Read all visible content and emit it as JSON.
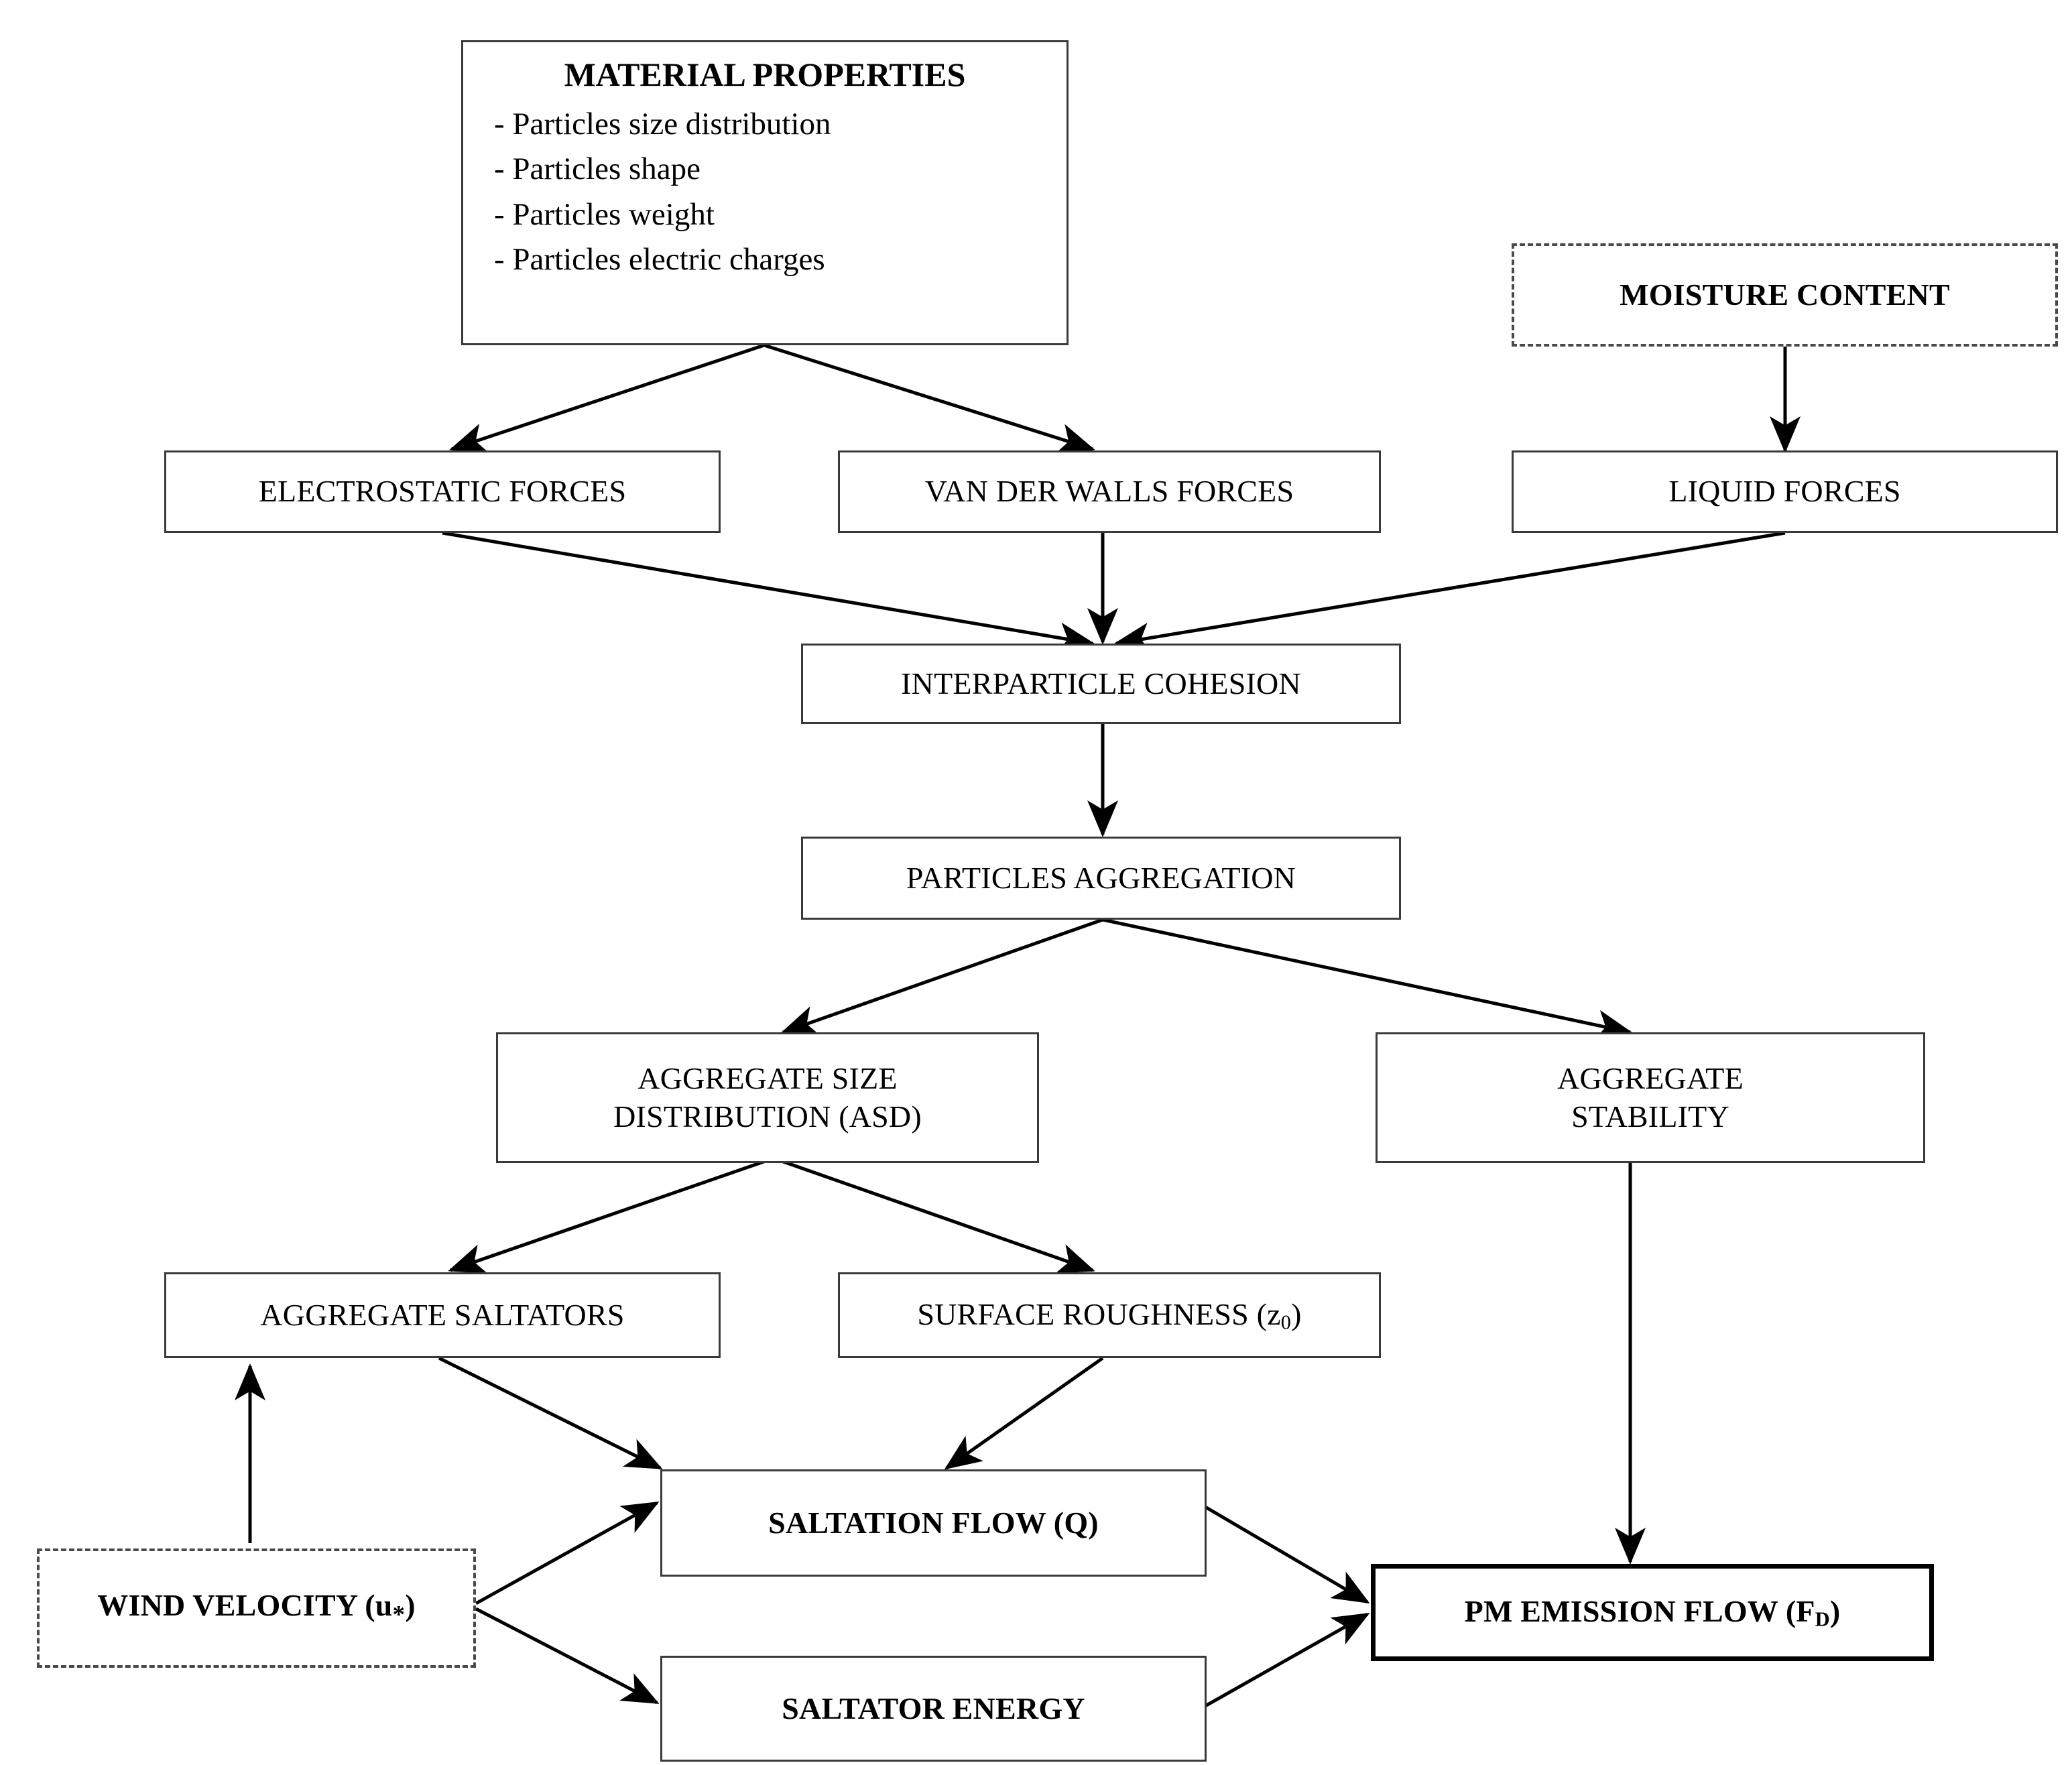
{
  "diagram": {
    "title": "Particulate matter emission conceptual flowchart",
    "colors": {
      "box_border": "#3a3a3a",
      "emphasis_border": "#000000",
      "dashed_border": "#4a4a4a",
      "arrow": "#000000",
      "background": "#ffffff",
      "text": "#000000"
    },
    "nodes": [
      {
        "id": "material-properties",
        "label": "MATERIAL PROPERTIES",
        "style": "solid",
        "bold": true,
        "items": [
          "- Particles size distribution",
          "- Particles shape",
          "- Particles weight",
          "- Particles electric charges"
        ]
      },
      {
        "id": "moisture-content",
        "label": "MOISTURE CONTENT",
        "style": "dashed",
        "bold": true
      },
      {
        "id": "electrostatic-forces",
        "label": "ELECTROSTATIC FORCES",
        "style": "solid",
        "bold": false
      },
      {
        "id": "van-der-walls-forces",
        "label": "VAN DER WALLS FORCES",
        "style": "solid",
        "bold": false
      },
      {
        "id": "liquid-forces",
        "label": "LIQUID FORCES",
        "style": "solid",
        "bold": false
      },
      {
        "id": "interparticle-cohesion",
        "label": "INTERPARTICLE COHESION",
        "style": "solid",
        "bold": false
      },
      {
        "id": "particles-aggregation",
        "label": "PARTICLES AGGREGATION",
        "style": "solid",
        "bold": false
      },
      {
        "id": "aggregate-size-distribution",
        "label": "AGGREGATE SIZE DISTRIBUTION (ASD)",
        "line1": "AGGREGATE SIZE",
        "line2": "DISTRIBUTION (ASD)",
        "style": "solid",
        "bold": false
      },
      {
        "id": "aggregate-stability",
        "label": "AGGREGATE STABILITY",
        "line1": "AGGREGATE",
        "line2": "STABILITY",
        "style": "solid",
        "bold": false
      },
      {
        "id": "aggregate-saltators",
        "label": "AGGREGATE SALTATORS",
        "style": "solid",
        "bold": false
      },
      {
        "id": "surface-roughness",
        "label": "SURFACE ROUGHNESS (z0)",
        "label_prefix": "SURFACE ROUGHNESS (z",
        "label_sub": "0",
        "label_suffix": ")",
        "style": "solid",
        "bold": false
      },
      {
        "id": "saltation-flow",
        "label": "SALTATION FLOW (Q)",
        "style": "solid",
        "bold": true
      },
      {
        "id": "saltator-energy",
        "label": "SALTATOR ENERGY",
        "style": "solid",
        "bold": true
      },
      {
        "id": "wind-velocity",
        "label": "WIND VELOCITY (u*)",
        "label_prefix": "WIND VELOCITY (u",
        "label_sub": "*",
        "label_suffix": ")",
        "style": "dashed",
        "bold": true
      },
      {
        "id": "pm-emission-flow",
        "label": "PM EMISSION FLOW (FD)",
        "label_prefix": "PM EMISSION FLOW (F",
        "label_sub": "D",
        "label_suffix": ")",
        "style": "thick",
        "bold": true
      }
    ],
    "edges": [
      {
        "from": "material-properties",
        "to": "electrostatic-forces"
      },
      {
        "from": "material-properties",
        "to": "van-der-walls-forces"
      },
      {
        "from": "moisture-content",
        "to": "liquid-forces"
      },
      {
        "from": "electrostatic-forces",
        "to": "interparticle-cohesion"
      },
      {
        "from": "van-der-walls-forces",
        "to": "interparticle-cohesion"
      },
      {
        "from": "liquid-forces",
        "to": "interparticle-cohesion"
      },
      {
        "from": "interparticle-cohesion",
        "to": "particles-aggregation"
      },
      {
        "from": "particles-aggregation",
        "to": "aggregate-size-distribution"
      },
      {
        "from": "particles-aggregation",
        "to": "aggregate-stability"
      },
      {
        "from": "aggregate-size-distribution",
        "to": "aggregate-saltators"
      },
      {
        "from": "aggregate-size-distribution",
        "to": "surface-roughness"
      },
      {
        "from": "aggregate-saltators",
        "to": "saltation-flow"
      },
      {
        "from": "surface-roughness",
        "to": "saltation-flow"
      },
      {
        "from": "wind-velocity",
        "to": "aggregate-saltators"
      },
      {
        "from": "wind-velocity",
        "to": "saltation-flow"
      },
      {
        "from": "wind-velocity",
        "to": "saltator-energy"
      },
      {
        "from": "saltation-flow",
        "to": "pm-emission-flow"
      },
      {
        "from": "saltator-energy",
        "to": "pm-emission-flow"
      },
      {
        "from": "aggregate-stability",
        "to": "pm-emission-flow"
      }
    ]
  }
}
